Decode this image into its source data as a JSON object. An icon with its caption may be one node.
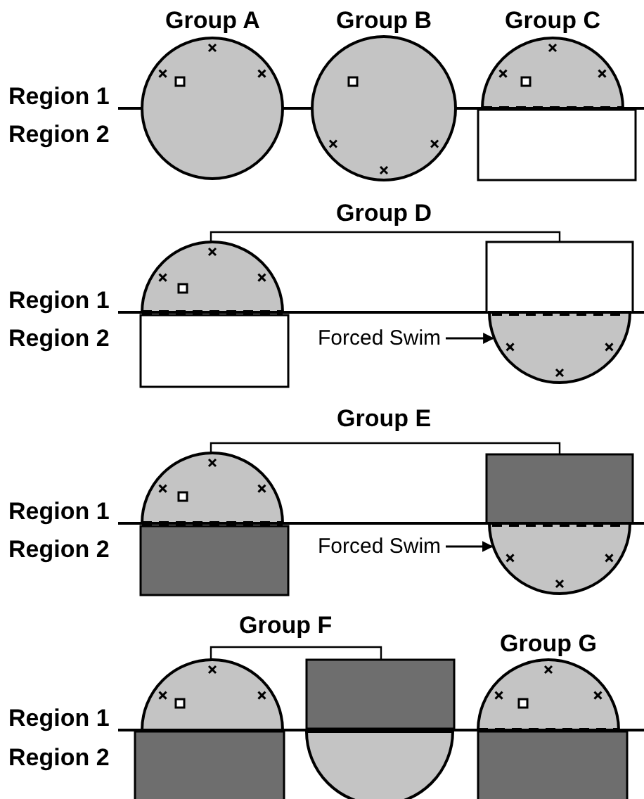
{
  "diagram": {
    "nodes": [
      {
        "text": [
          "Forced Swim"
        ]
      },
      {
        "text": [],
        "shape": "semicircle"
      },
      {
        "text": [
          "Forced Swim"
        ]
      },
      {
        "text": [],
        "shape": "semicircle"
      }
    ],
    "edges": [
      {
        "from": 0,
        "to": 1,
        "arrow": "to"
      },
      {
        "from": 2,
        "to": 3,
        "arrow": "to"
      }
    ],
    "labels": [
      "Group A",
      "Group B",
      "Group C",
      "Region 1",
      "Region 2",
      "Group D",
      "Region 1",
      "Region 2",
      "Group E",
      "Region 1",
      "Region 2",
      "Group F",
      "Group G",
      "Region 1",
      "Region 2"
    ]
  }
}
